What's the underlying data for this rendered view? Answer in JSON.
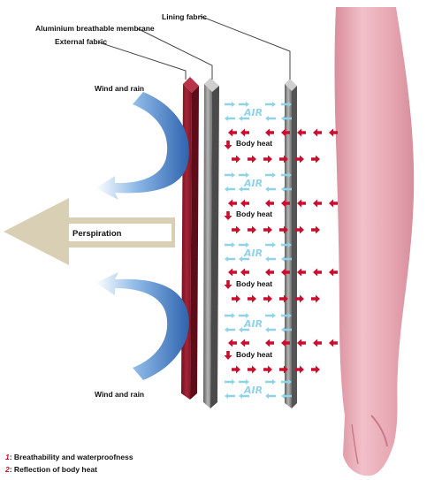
{
  "labels": {
    "lining_fabric": "Lining fabric",
    "aluminium_membrane": "Aluminium breathable membrane",
    "external_fabric": "External fabric",
    "wind_rain_top": "Wind and rain",
    "wind_rain_bottom": "Wind and rain",
    "perspiration": "Perspiration",
    "air": "AIR",
    "body_heat": "Body heat"
  },
  "legend": [
    {
      "number": "1",
      "text": ": Breathability and waterproofness"
    },
    {
      "number": "2",
      "text": ": Reflection of body heat"
    }
  ],
  "colors": {
    "external_fabric": "#8e1b2c",
    "membrane": "#8a8a8a",
    "lining": "#9a9a9a",
    "heat_arrow": "#c8102e",
    "air_arrow": "#8fd3ea",
    "wind_arrow": "#3b6fb6",
    "perspiration_arrow": "#d9cfb4",
    "skin": "#e7a9b3"
  }
}
